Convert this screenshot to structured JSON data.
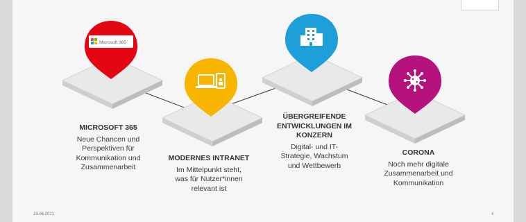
{
  "steps": [
    {
      "title": "MICROSOFT 365",
      "desc": "Neue Chancen und\nPerspektiven für\nKommunikation und\nZusammenarbeit",
      "color": "#e30613",
      "icon": "microsoft-365-logo",
      "logo_text": "Microsoft 365"
    },
    {
      "title": "MODERNES INTRANET",
      "desc": "Im Mittelpunkt steht,\nwas für Nutzer*innen\nrelevant ist",
      "color": "#f7b500",
      "icon": "laptop-phone-icon"
    },
    {
      "title": "ÜBERGREIFENDE\nENTWICKLUNGEN IM\nKONZERN",
      "desc": "Digital- und IT-\nStrategie, Wachstum\nund Wettbewerb",
      "color": "#1f9fd9",
      "icon": "building-icon"
    },
    {
      "title": "CORONA",
      "desc": "Noch mehr digitale\nZusammenarbeit und\nKommunikation",
      "color": "#b5127d",
      "icon": "virus-icon"
    }
  ],
  "footer": {
    "date": "23.06.2021",
    "page": "4"
  }
}
